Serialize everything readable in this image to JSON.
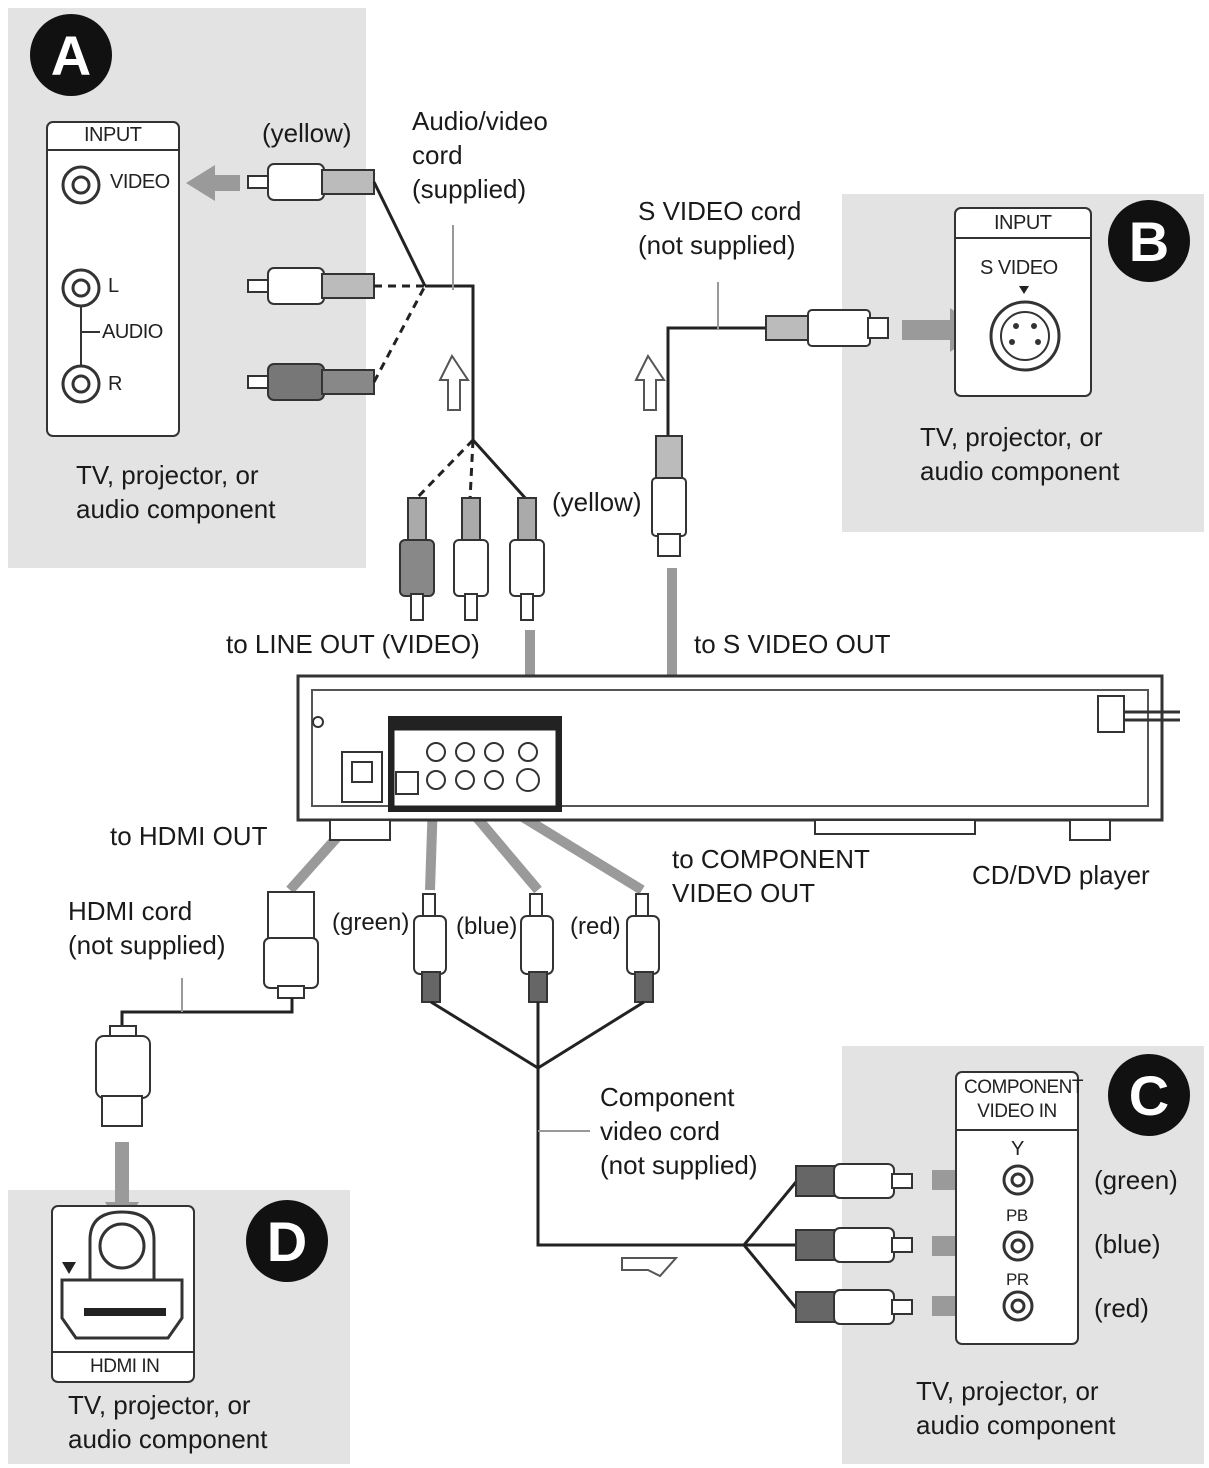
{
  "panels": {
    "A": {
      "badge": "A",
      "input_title": "INPUT",
      "video": "VIDEO",
      "l": "L",
      "audio": "AUDIO",
      "r": "R",
      "caption": [
        "TV, projector, or",
        "audio component"
      ]
    },
    "B": {
      "badge": "B",
      "input_title": "INPUT",
      "s_video": "S VIDEO",
      "caption": [
        "TV, projector, or",
        "audio component"
      ]
    },
    "C": {
      "badge": "C",
      "input_title": [
        "COMPONENT",
        "VIDEO IN"
      ],
      "y": "Y",
      "pb": "PB",
      "pr": "PR",
      "colors": [
        "(green)",
        "(blue)",
        "(red)"
      ],
      "caption": [
        "TV, projector, or",
        "audio component"
      ]
    },
    "D": {
      "badge": "D",
      "input_title": "HDMI IN",
      "caption": [
        "TV, projector, or",
        "audio component"
      ]
    }
  },
  "labels": {
    "yellow_top": "(yellow)",
    "av_cord": [
      "Audio/video",
      "cord",
      "(supplied)"
    ],
    "s_video_cord": [
      "S VIDEO cord",
      "(not supplied)"
    ],
    "yellow_mid": "(yellow)",
    "to_line_out": "to LINE OUT (VIDEO)",
    "to_s_video_out": "to S VIDEO OUT",
    "to_hdmi_out": "to HDMI OUT",
    "to_component": [
      "to COMPONENT",
      "VIDEO OUT"
    ],
    "cd_dvd": "CD/DVD player",
    "hdmi_cord": [
      "HDMI cord",
      "(not supplied)"
    ],
    "green": "(green)",
    "blue": "(blue)",
    "red": "(red)",
    "component_cord": [
      "Component",
      "video cord",
      "(not supplied)"
    ]
  },
  "colors": {
    "panel_bg": "#e3e3e3",
    "cable_gray": "#9a9a9a",
    "line": "#222222"
  }
}
